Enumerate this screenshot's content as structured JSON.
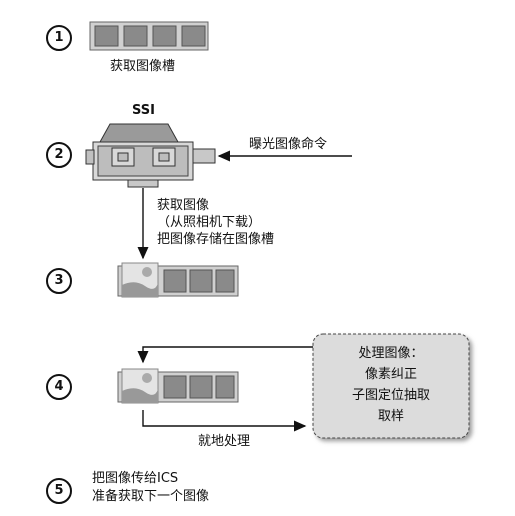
{
  "steps": [
    {
      "number": "1",
      "label": "获取图像槽"
    },
    {
      "number": "2",
      "device_label": "SSI",
      "command_label": "曝光图像命令",
      "acquire_lines": [
        "获取图像",
        "（从照相机下载）",
        "把图像存储在图像槽"
      ]
    },
    {
      "number": "3"
    },
    {
      "number": "4",
      "process_box_lines": [
        "处理图像：",
        "像素纠正",
        "子图定位抽取",
        "取样"
      ],
      "inplace_label": "就地处理"
    },
    {
      "number": "5",
      "final_lines": [
        "把图像传给ICS",
        "准备获取下一个图像"
      ]
    }
  ],
  "colors": {
    "slot_fill": "#8a8a8a",
    "slot_frame": "#c8c8c8",
    "box_fill": "#dcdcdc",
    "image_fill": "#e3e3e3"
  }
}
